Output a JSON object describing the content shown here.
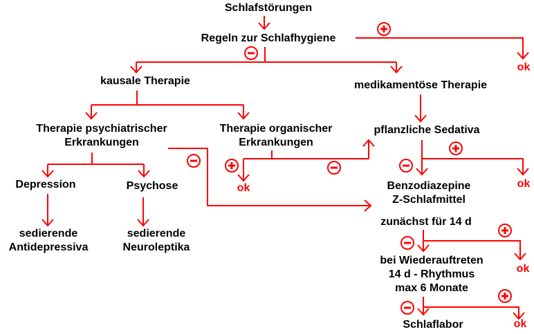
{
  "title": "Schlafstörungen",
  "colors": {
    "text": "#000000",
    "accent": "#ff0000",
    "background": "#ffffff"
  },
  "nodes": {
    "root": "Schlafstörungen",
    "hygiene": "Regeln zur Schlafhygiene",
    "kausal": "kausale Therapie",
    "medikament": "medikamentöse  Therapie",
    "psych_l1": "Therapie psychiatrischer",
    "psych_l2": "Erkrankungen",
    "organ_l1": "Therapie organischer",
    "organ_l2": "Erkrankungen",
    "pflanz": "pflanzliche Sedativa",
    "depression": "Depression",
    "psychose": "Psychose",
    "benzo_l1": "Benzodiazepine",
    "benzo_l2": "Z-Schlafmittel",
    "zunaechst": "zunächst für 14 d",
    "antidep_l1": "sedierende",
    "antidep_l2": "Antidepressiva",
    "neurol_l1": "sedierende",
    "neurol_l2": "Neuroleptika",
    "wieder_l1": "bei Wiederauftreten",
    "wieder_l2": "14 d - Rhythmus",
    "wieder_l3": "max 6 Monate",
    "schlaflabor": "Schlaflabor"
  },
  "outcome_label": "ok",
  "signs": {
    "plus": "+",
    "minus": "−"
  }
}
